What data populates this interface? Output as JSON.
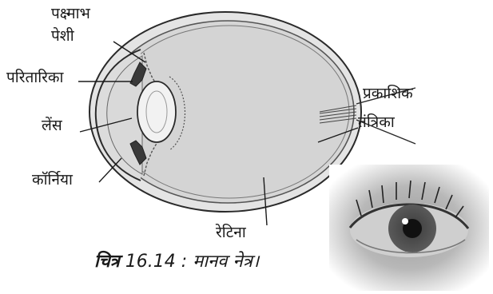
{
  "labels": {
    "ciliary_line1": "पक्ष्माभ",
    "ciliary_line2": "पेशी",
    "iris": "परितारिका",
    "lens": "लेंस",
    "cornea": "कॉर्निया",
    "optic_line1": "प्रकाशिक",
    "optic_line2": "तंत्रिका",
    "retina": "रेटिना"
  },
  "caption": {
    "prefix": "चित्र",
    "number": "16.14",
    "separator": ":",
    "text": "मानव नेत्र।"
  },
  "colors": {
    "eyeball_fill": "#d6d6d6",
    "outline": "#2a2a2a",
    "photo_bg": "#bdbdbd",
    "iris_dark": "#3a3a3a"
  }
}
